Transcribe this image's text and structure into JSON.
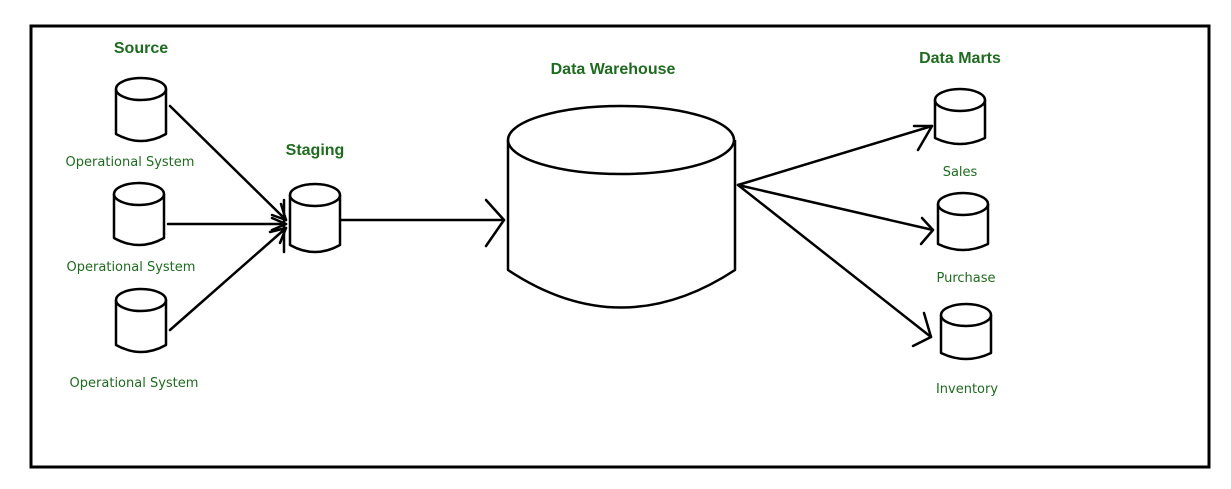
{
  "headings": {
    "source": "Source",
    "staging": "Staging",
    "warehouse": "Data Warehouse",
    "marts": "Data Marts"
  },
  "sources": [
    {
      "label": "Operational System"
    },
    {
      "label": "Operational System"
    },
    {
      "label": "Operational System"
    }
  ],
  "marts": [
    {
      "label": "Sales"
    },
    {
      "label": "Purchase"
    },
    {
      "label": "Inventory"
    }
  ],
  "colors": {
    "text": "#1f6b1f",
    "lines": "#000000",
    "background": "#ffffff"
  }
}
